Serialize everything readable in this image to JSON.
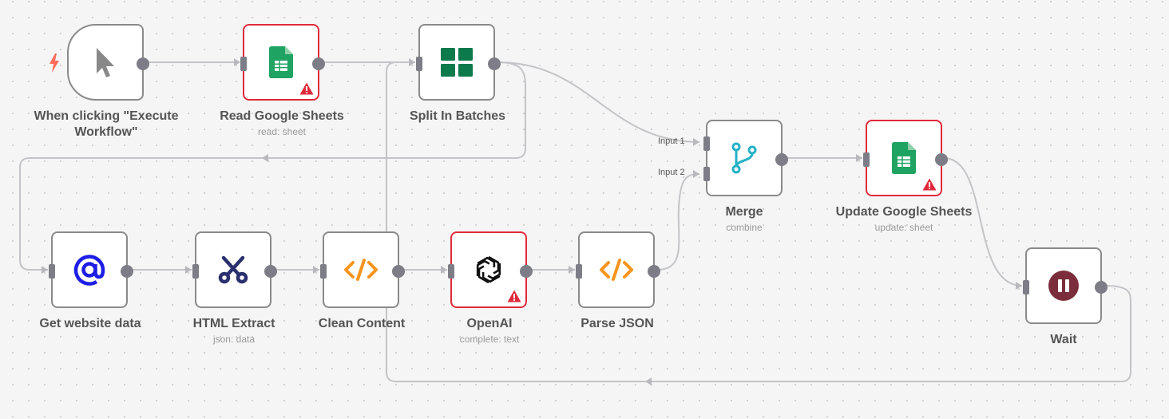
{
  "canvas": {
    "background": "#f5f5f5"
  },
  "colors": {
    "error_border": "#e02a3a",
    "node_border": "#8a8a8a",
    "port": "#7d7d87",
    "sheets_green": "#1ea362",
    "batches_green": "#0d7a4c",
    "merge_teal": "#26b0c6",
    "code_orange": "#f7941d",
    "at_blue": "#1e1ee6",
    "scissors_navy": "#2a2f6e",
    "wait_red": "#7c2d3b"
  },
  "nodes": [
    {
      "id": "trigger",
      "label": "When clicking \"Execute Workflow\"",
      "subtitle": "",
      "icon": "cursor-icon",
      "error": false
    },
    {
      "id": "read_sheets",
      "label": "Read Google Sheets",
      "subtitle": "read: sheet",
      "icon": "google-sheets-icon",
      "error": true
    },
    {
      "id": "split",
      "label": "Split In Batches",
      "subtitle": "",
      "icon": "grid-icon",
      "error": false
    },
    {
      "id": "merge",
      "label": "Merge",
      "subtitle": "combine",
      "icon": "merge-icon",
      "error": false,
      "inputs": [
        "Input 1",
        "Input 2"
      ]
    },
    {
      "id": "update_sheets",
      "label": "Update Google Sheets",
      "subtitle": "update: sheet",
      "icon": "google-sheets-icon",
      "error": true
    },
    {
      "id": "get_website",
      "label": "Get website data",
      "subtitle": "",
      "icon": "at-icon",
      "error": false
    },
    {
      "id": "html_extract",
      "label": "HTML Extract",
      "subtitle": "json: data",
      "icon": "scissors-icon",
      "error": false
    },
    {
      "id": "clean_content",
      "label": "Clean Content",
      "subtitle": "",
      "icon": "code-icon",
      "error": false
    },
    {
      "id": "openai",
      "label": "OpenAI",
      "subtitle": "complete: text",
      "icon": "openai-icon",
      "error": true
    },
    {
      "id": "parse_json",
      "label": "Parse JSON",
      "subtitle": "",
      "icon": "code-icon",
      "error": false
    },
    {
      "id": "wait",
      "label": "Wait",
      "subtitle": "",
      "icon": "pause-icon",
      "error": false
    }
  ]
}
